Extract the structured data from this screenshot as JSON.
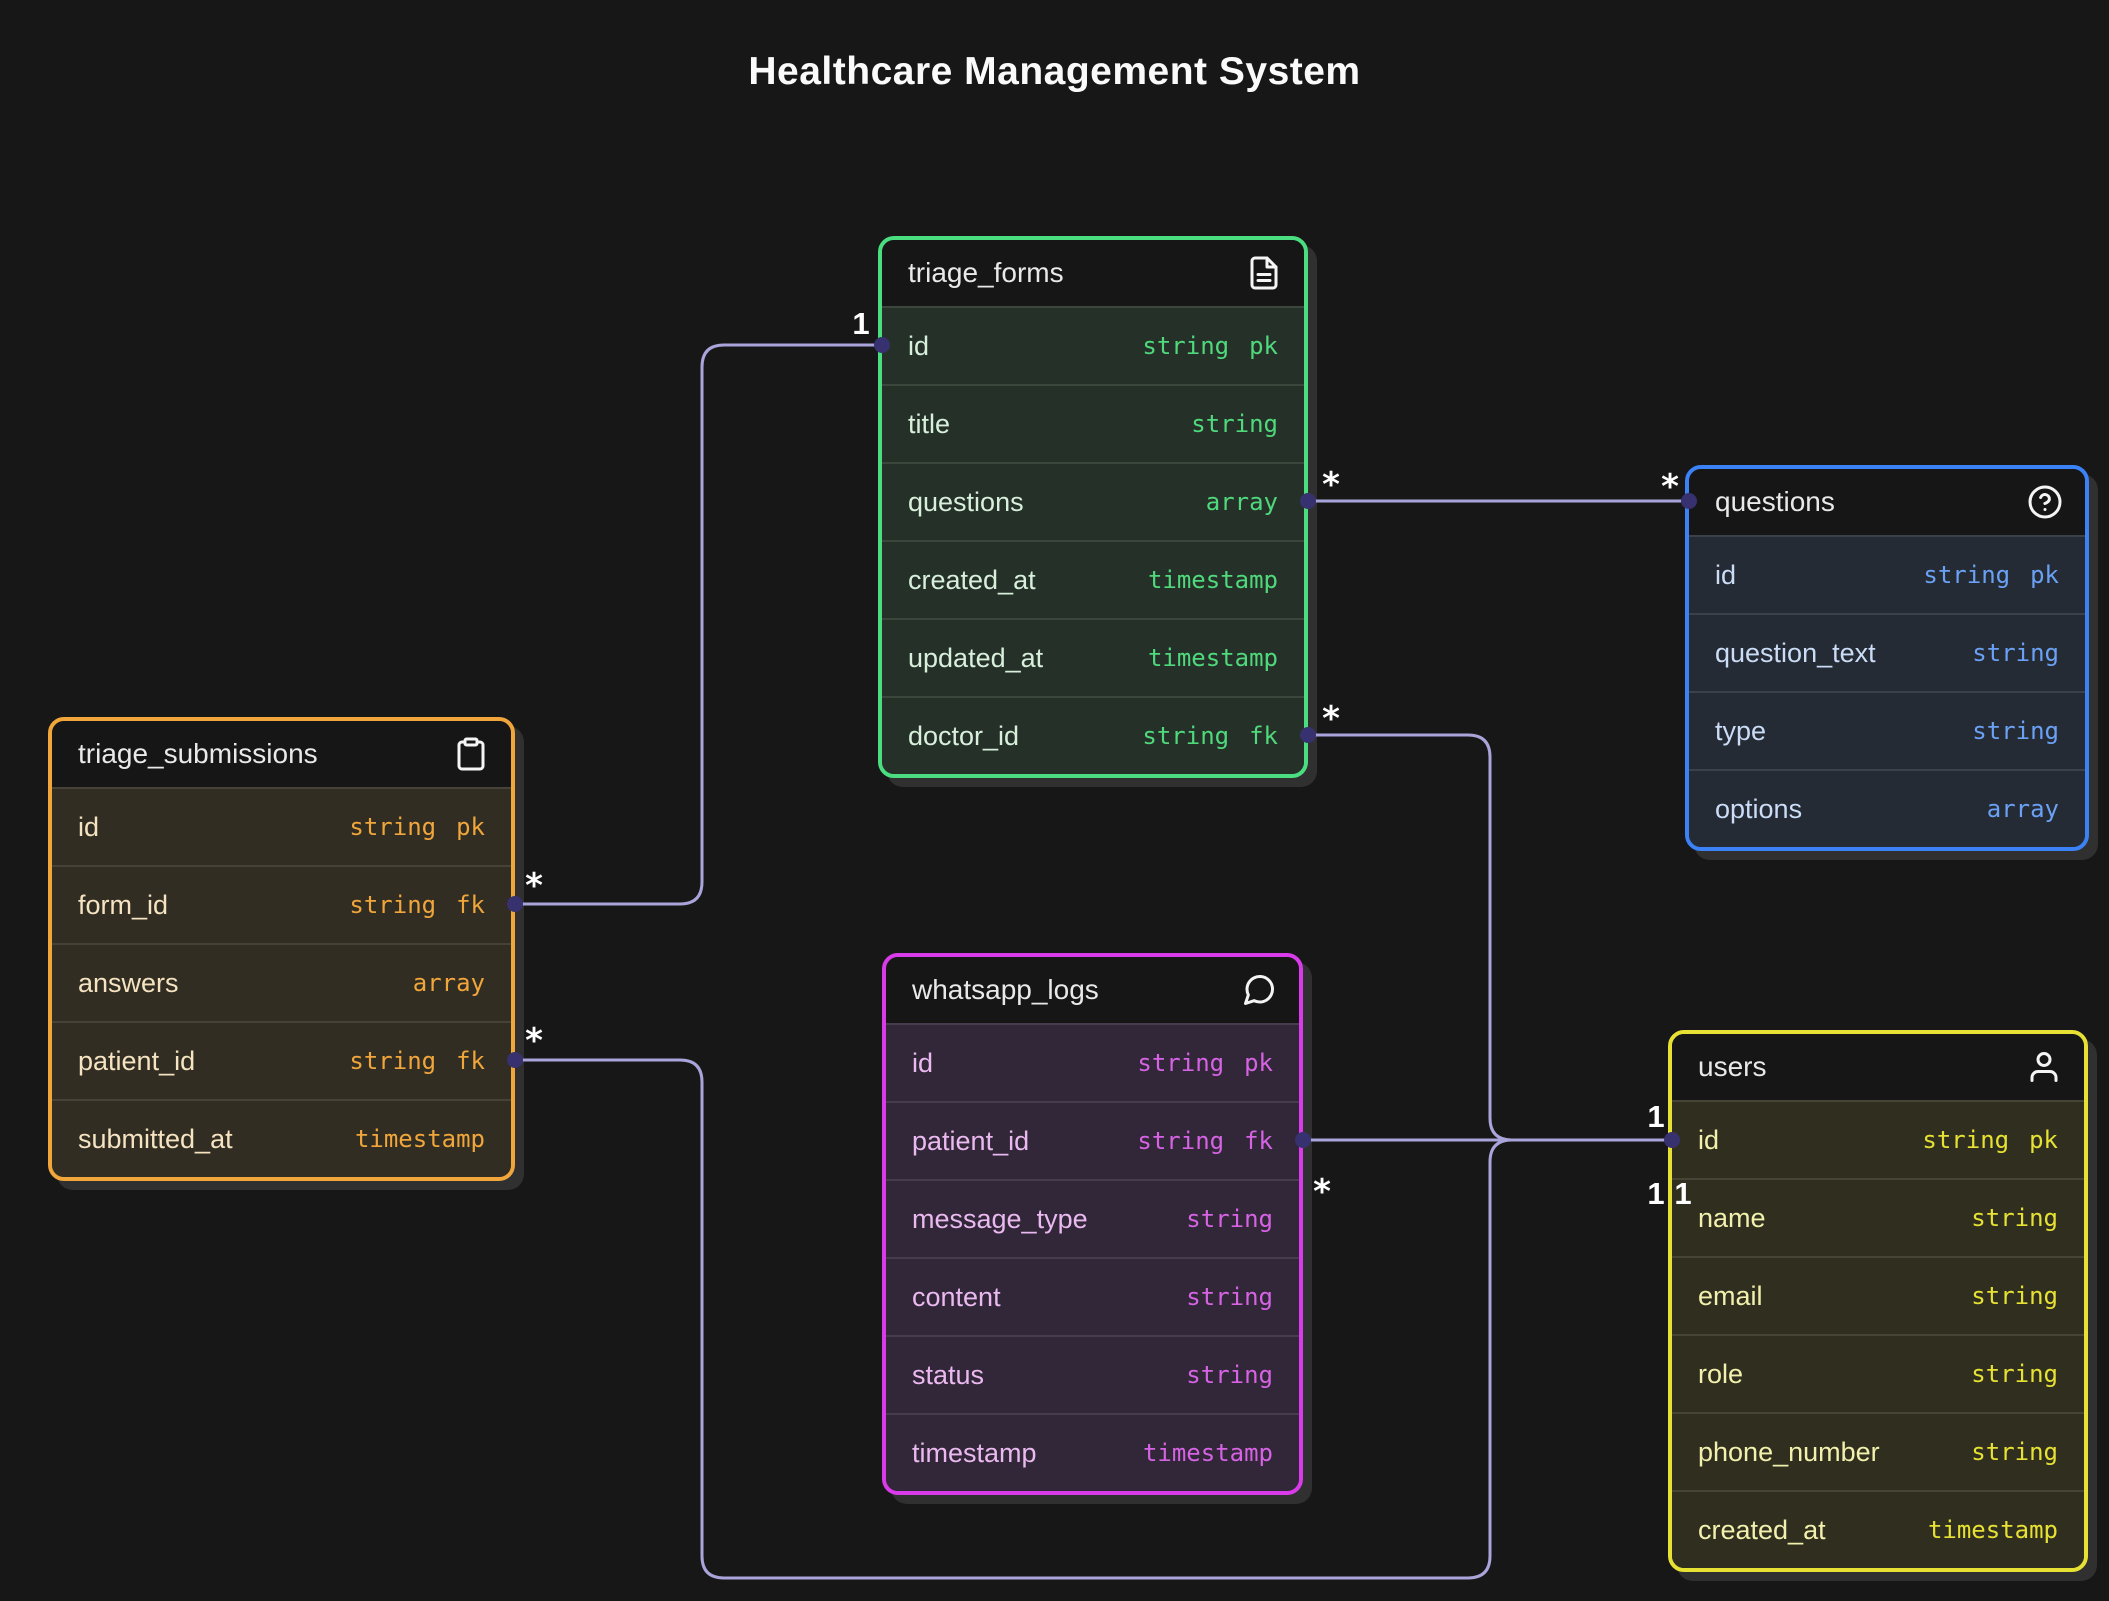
{
  "title": "Healthcare Management System",
  "colors": {
    "background": "#171717",
    "connector_line": "#a9a4d9",
    "connector_endpoint": "#38316f"
  },
  "tables": [
    {
      "name": "triage_forms",
      "icon": "file-text-icon",
      "colors": {
        "accent": "#4ade80",
        "body": "#253128",
        "field_text": "#d8efdc",
        "type_text": "#4fd97c"
      },
      "fields": [
        {
          "name": "id",
          "type": "string",
          "key": "pk"
        },
        {
          "name": "title",
          "type": "string",
          "key": ""
        },
        {
          "name": "questions",
          "type": "array",
          "key": ""
        },
        {
          "name": "created_at",
          "type": "timestamp",
          "key": ""
        },
        {
          "name": "updated_at",
          "type": "timestamp",
          "key": ""
        },
        {
          "name": "doctor_id",
          "type": "string",
          "key": "fk"
        }
      ]
    },
    {
      "name": "questions",
      "icon": "help-circle-icon",
      "colors": {
        "accent": "#3b82f6",
        "body": "#252b35",
        "field_text": "#cadcf6",
        "type_text": "#6aa1f5"
      },
      "fields": [
        {
          "name": "id",
          "type": "string",
          "key": "pk"
        },
        {
          "name": "question_text",
          "type": "string",
          "key": ""
        },
        {
          "name": "type",
          "type": "string",
          "key": ""
        },
        {
          "name": "options",
          "type": "array",
          "key": ""
        }
      ]
    },
    {
      "name": "triage_submissions",
      "icon": "clipboard-icon",
      "colors": {
        "accent": "#f0a63b",
        "body": "#312d22",
        "field_text": "#f5e3c1",
        "type_text": "#f0a63b"
      },
      "fields": [
        {
          "name": "id",
          "type": "string",
          "key": "pk"
        },
        {
          "name": "form_id",
          "type": "string",
          "key": "fk"
        },
        {
          "name": "answers",
          "type": "array",
          "key": ""
        },
        {
          "name": "patient_id",
          "type": "string",
          "key": "fk"
        },
        {
          "name": "submitted_at",
          "type": "timestamp",
          "key": ""
        }
      ]
    },
    {
      "name": "whatsapp_logs",
      "icon": "message-circle-icon",
      "colors": {
        "accent": "#da3bea",
        "body": "#322639",
        "field_text": "#eab9ef",
        "type_text": "#d563e3"
      },
      "fields": [
        {
          "name": "id",
          "type": "string",
          "key": "pk"
        },
        {
          "name": "patient_id",
          "type": "string",
          "key": "fk"
        },
        {
          "name": "message_type",
          "type": "string",
          "key": ""
        },
        {
          "name": "content",
          "type": "string",
          "key": ""
        },
        {
          "name": "status",
          "type": "string",
          "key": ""
        },
        {
          "name": "timestamp",
          "type": "timestamp",
          "key": ""
        }
      ]
    },
    {
      "name": "users",
      "icon": "user-icon",
      "colors": {
        "accent": "#e6e133",
        "body": "#302f1f",
        "field_text": "#f2f0ad",
        "type_text": "#e6e133"
      },
      "fields": [
        {
          "name": "id",
          "type": "string",
          "key": "pk"
        },
        {
          "name": "name",
          "type": "string",
          "key": ""
        },
        {
          "name": "email",
          "type": "string",
          "key": ""
        },
        {
          "name": "role",
          "type": "string",
          "key": ""
        },
        {
          "name": "phone_number",
          "type": "string",
          "key": ""
        },
        {
          "name": "created_at",
          "type": "timestamp",
          "key": ""
        }
      ]
    }
  ],
  "relationships": [
    {
      "from": "triage_submissions.form_id",
      "to": "triage_forms.id",
      "from_cardinality": "*",
      "to_cardinality": "1"
    },
    {
      "from": "triage_forms.questions",
      "to": "questions",
      "from_cardinality": "*",
      "to_cardinality": "*"
    },
    {
      "from": "triage_forms.doctor_id",
      "to": "users.id",
      "from_cardinality": "*",
      "to_cardinality": "1"
    },
    {
      "from": "whatsapp_logs.patient_id",
      "to": "users.id",
      "from_cardinality": "*",
      "to_cardinality": "1"
    },
    {
      "from": "triage_submissions.patient_id",
      "to": "users.id",
      "from_cardinality": "*",
      "to_cardinality": "1"
    }
  ]
}
